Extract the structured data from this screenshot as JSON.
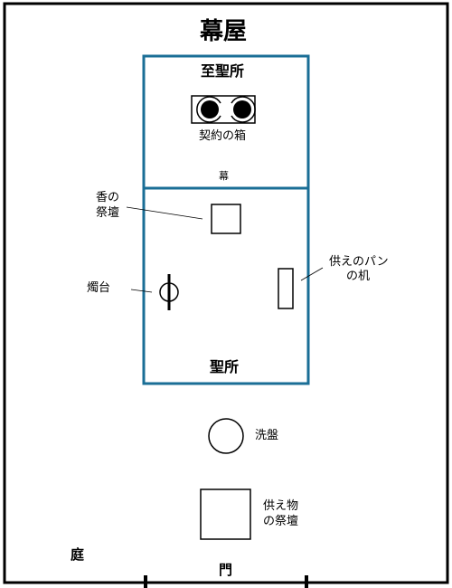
{
  "title": "幕屋",
  "holy_of_holies": {
    "label": "至聖所"
  },
  "ark": {
    "label": "契約の箱"
  },
  "veil": {
    "label": "幕"
  },
  "holy_place": {
    "label": "聖所"
  },
  "incense_altar": {
    "label_line1": "香の",
    "label_line2": "祭壇"
  },
  "lampstand": {
    "label": "燭台"
  },
  "showbread_table": {
    "label_line1": "供えのパン",
    "label_line2": "の机"
  },
  "laver": {
    "label": "洗盤"
  },
  "offering_altar": {
    "label_line1": "供え物",
    "label_line2": "の祭壇"
  },
  "courtyard": {
    "label": "庭"
  },
  "gate": {
    "label": "門"
  },
  "colors": {
    "sanctuary_wall": "#1a6e96",
    "outline": "#000000",
    "background": "#ffffff"
  }
}
